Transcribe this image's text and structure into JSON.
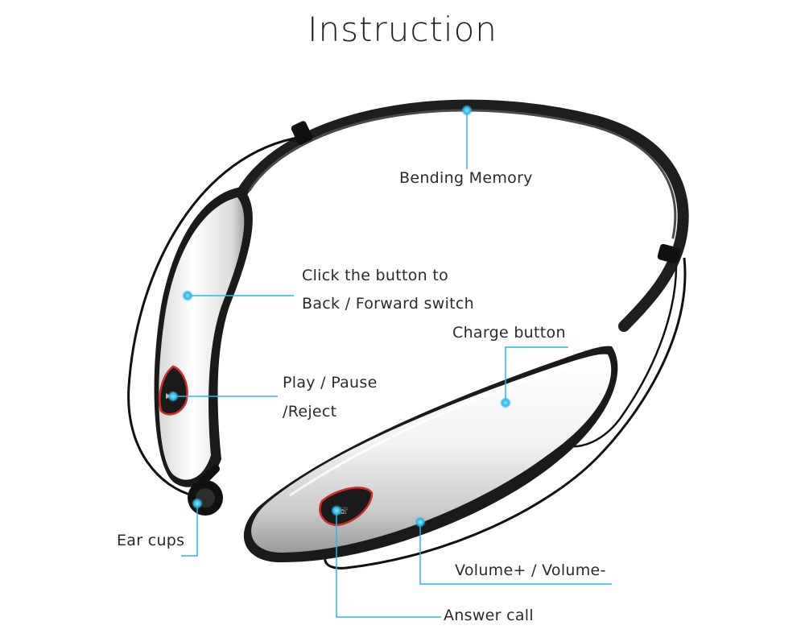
{
  "title": "Instruction",
  "accent_color": "#29b6e8",
  "labels": {
    "bending_memory": "Bending Memory",
    "back_forward_line1": "Click the button to",
    "back_forward_line2": "Back / Forward switch",
    "charge_button": "Charge button",
    "play_pause_line1": "Play / Pause",
    "play_pause_line2": "/Reject",
    "ear_cups": "Ear cups",
    "volume": "Volume+ / Volume-",
    "answer_call": "Answer call"
  },
  "icons": {
    "product": "neckband-headset-illustration",
    "marker": "blue-dot-marker"
  }
}
